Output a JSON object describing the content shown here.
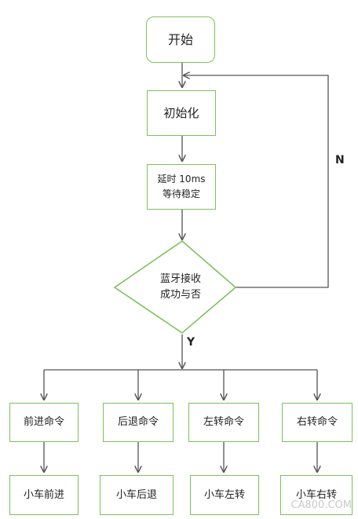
{
  "nodes": {
    "start": "开始",
    "init": "初始化",
    "delay_line1": "延时 10ms",
    "delay_line2": "等待稳定",
    "decision_line1": "蓝牙接收",
    "decision_line2": "成功与否",
    "commands": [
      "前进命令",
      "后退命令",
      "左转命令",
      "右转命令"
    ],
    "actions": [
      "小车前进",
      "小车后退",
      "小车左转",
      "小车右转"
    ]
  },
  "labels": {
    "no": "N",
    "yes": "Y"
  },
  "watermark": "CA800.COM",
  "colors": {
    "box_border": "#7dc15f",
    "line": "#555555"
  }
}
